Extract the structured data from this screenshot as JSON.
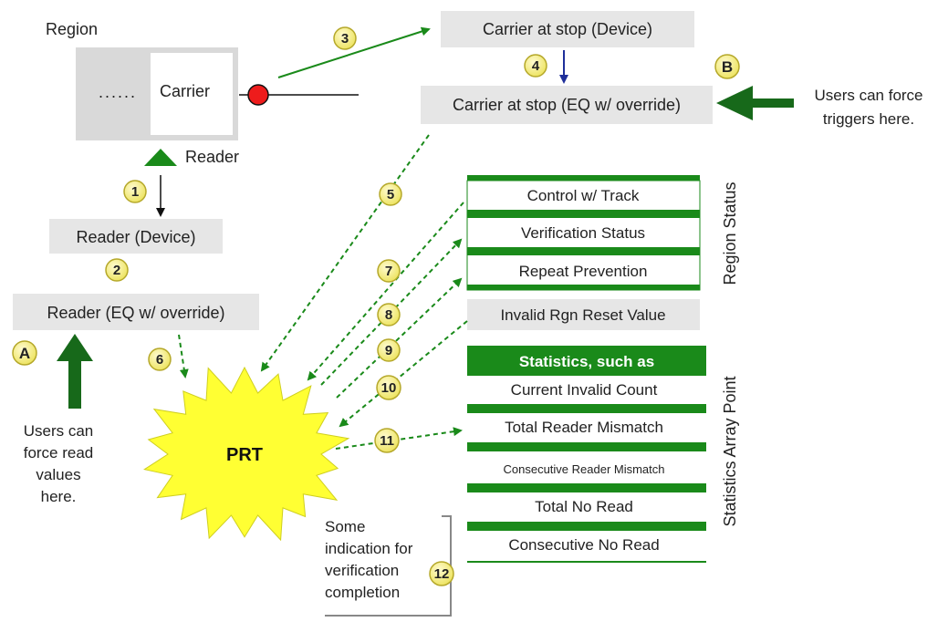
{
  "region": {
    "title": "Region",
    "dots": "......",
    "carrier": "Carrier",
    "reader": "Reader"
  },
  "boxes": {
    "carrier_device": "Carrier at stop (Device)",
    "carrier_eq": "Carrier at stop (EQ w/ override)",
    "reader_device": "Reader (Device)",
    "reader_eq": "Reader (EQ w/ override)",
    "invalid_reset": "Invalid Rgn Reset Value"
  },
  "region_status": {
    "label": "Region Status",
    "items": [
      "Control w/ Track",
      "Verification Status",
      "Repeat Prevention"
    ]
  },
  "statistics": {
    "label": "Statistics Array Point",
    "header": "Statistics, such as",
    "items": [
      "Current Invalid Count",
      "Total Reader Mismatch",
      "Consecutive Reader Mismatch",
      "Total No Read",
      "Consecutive No Read"
    ]
  },
  "prt": "PRT",
  "notes": {
    "users_triggers": [
      "Users can force",
      "triggers here."
    ],
    "users_read": [
      "Users can",
      "force read",
      "values",
      "here."
    ],
    "verification": [
      "Some",
      "indication for",
      "verification",
      "completion"
    ]
  },
  "badges": {
    "n1": "1",
    "n2": "2",
    "n3": "3",
    "n4": "4",
    "n5": "5",
    "n6": "6",
    "n7": "7",
    "n8": "8",
    "n9": "9",
    "n10": "10",
    "n11": "11",
    "n12": "12",
    "A": "A",
    "B": "B"
  },
  "colors": {
    "green": "#1a8a1a",
    "dark_green": "#17691a",
    "badge_fill": "#f5f07a",
    "badge_border": "#b5a82a",
    "red": "#ee1c1c",
    "navy": "#1f2f9a",
    "box_gray": "#e6e6e6"
  }
}
